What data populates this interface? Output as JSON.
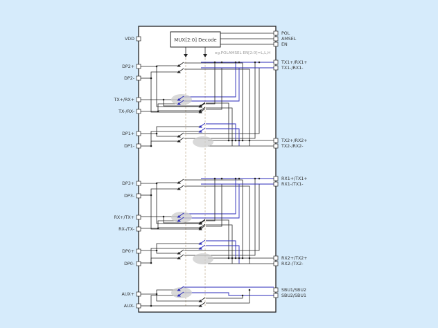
{
  "mux": {
    "label": "MUX[2:0] Decode",
    "note": "eg.POLAMSEL EN[2:0]=L,L,H"
  },
  "control_pins": [
    "POL",
    "AMSEL",
    "EN"
  ],
  "left_pins": [
    "VDD",
    "DP2+",
    "DP2-",
    "TX+/RX+",
    "TX-/RX-",
    "DP1+",
    "DP1-",
    "DP3+",
    "DP3-",
    "RX+/TX+",
    "RX-/TX-",
    "DP0+",
    "DP0-",
    "AUX+",
    "AUX-"
  ],
  "right_pins": [
    "TX1+/RX1+",
    "TX1-/RX1-",
    "TX2+/RX2+",
    "TX2-/RX2-",
    "RX1+/TX1+",
    "RX1-/TX1-",
    "RX2+/TX2+",
    "RX2-/TX2-",
    "SBU1/SBU2",
    "SBU2/SBU1"
  ],
  "colors": {
    "background": "#d6ebfb",
    "chip_fill": "#ffffff",
    "line": "#222222",
    "active_path": "#2a2ab8",
    "highlight": "#cccccc",
    "dashed": "#c9b79d"
  }
}
